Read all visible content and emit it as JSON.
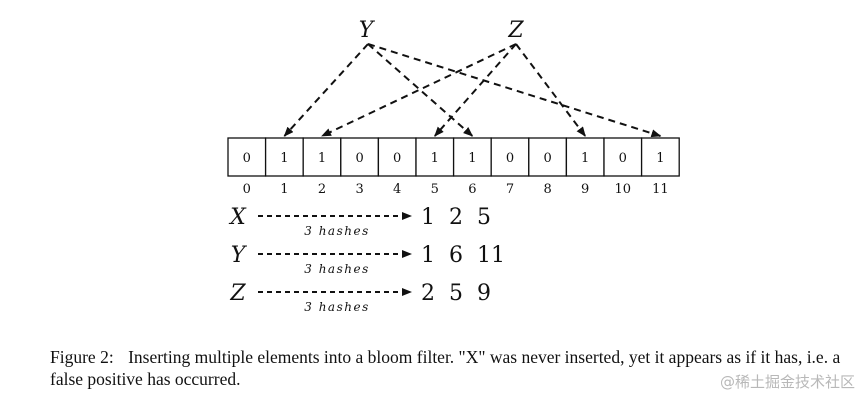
{
  "inputs": [
    {
      "name": "Y",
      "targets": [
        1,
        6,
        11
      ]
    },
    {
      "name": "Z",
      "targets": [
        2,
        5,
        9
      ]
    }
  ],
  "bits": [
    0,
    1,
    1,
    0,
    0,
    1,
    1,
    0,
    0,
    1,
    0,
    1
  ],
  "indices": [
    "0",
    "1",
    "2",
    "3",
    "4",
    "5",
    "6",
    "7",
    "8",
    "9",
    "10",
    "11"
  ],
  "hash_rows": [
    {
      "name": "X",
      "hash_label": "3 hashes",
      "positions": "1  2  5"
    },
    {
      "name": "Y",
      "hash_label": "3 hashes",
      "positions": "1  6  11"
    },
    {
      "name": "Z",
      "hash_label": "3 hashes",
      "positions": "2  5  9"
    }
  ],
  "caption": {
    "label": "Figure 2:",
    "text": "Inserting multiple elements into a bloom filter. \"X\" was never inserted, yet it appears as if it has, i.e. a false positive has occurred."
  },
  "watermark": "@稀土掘金技术社区"
}
